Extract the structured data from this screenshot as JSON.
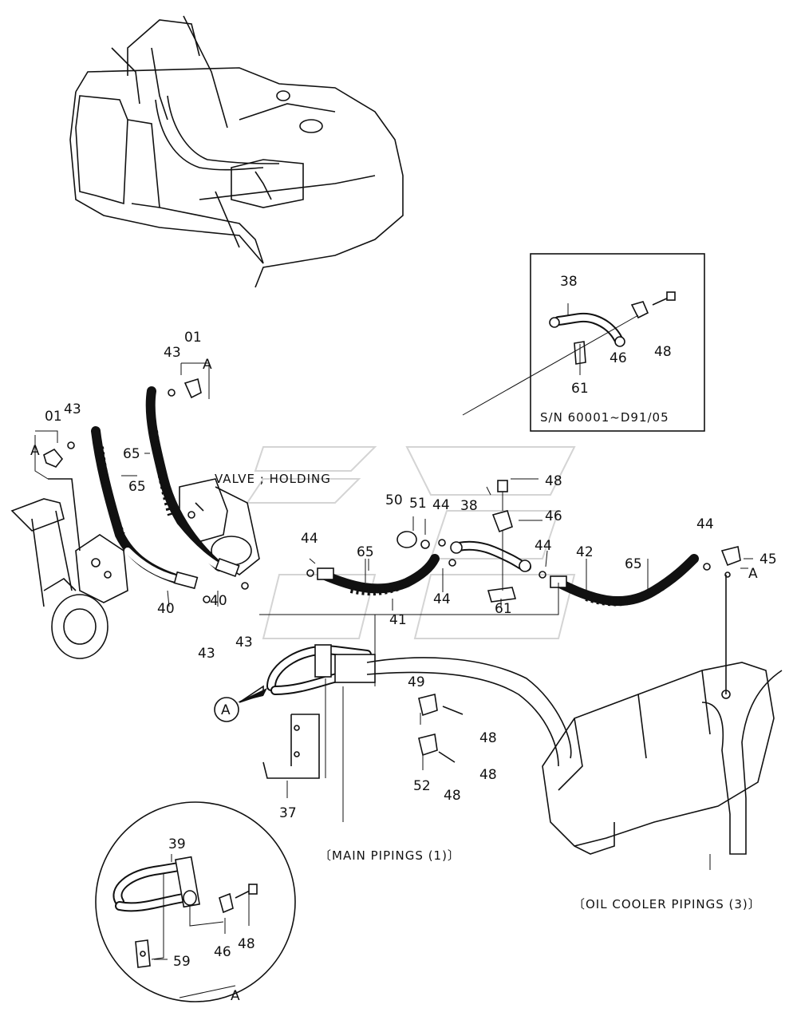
{
  "diagram": {
    "part_labels": [
      {
        "id": "38",
        "text": "38"
      },
      {
        "id": "48",
        "text": "48"
      },
      {
        "id": "46",
        "text": "46"
      },
      {
        "id": "61",
        "text": "61"
      },
      {
        "id": "01",
        "text": "01"
      },
      {
        "id": "43",
        "text": "43"
      },
      {
        "id": "A",
        "text": "A"
      },
      {
        "id": "65",
        "text": "65"
      },
      {
        "id": "40",
        "text": "40"
      },
      {
        "id": "44",
        "text": "44"
      },
      {
        "id": "50",
        "text": "50"
      },
      {
        "id": "51",
        "text": "51"
      },
      {
        "id": "41",
        "text": "41"
      },
      {
        "id": "42",
        "text": "42"
      },
      {
        "id": "45",
        "text": "45"
      },
      {
        "id": "49",
        "text": "49"
      },
      {
        "id": "52",
        "text": "52"
      },
      {
        "id": "37",
        "text": "37"
      },
      {
        "id": "39",
        "text": "39"
      },
      {
        "id": "59",
        "text": "59"
      }
    ],
    "captions": {
      "valve_holding": "VALVE ; HOLDING",
      "serial_range": "S/N 60001~D91/05",
      "main_pipings": "〔MAIN PIPINGS (1)〕",
      "oil_cooler_pipings": "〔OIL COOLER PIPINGS (3)〕",
      "detail_ref": "A"
    }
  }
}
